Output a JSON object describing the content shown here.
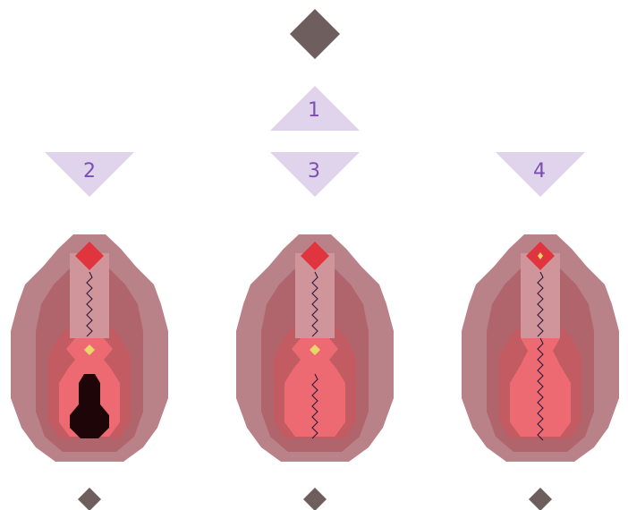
{
  "steps": [
    {
      "label": "1"
    },
    {
      "label": "2"
    },
    {
      "label": "3"
    },
    {
      "label": "4"
    }
  ],
  "figures": [
    {
      "variant": "open-cavity"
    },
    {
      "variant": "partially-closed"
    },
    {
      "variant": "closed"
    }
  ],
  "colors": {
    "marker": "#6e5e5e",
    "triangle_fill": "#e0d4ec",
    "number": "#7a4fb0",
    "outer": "#b98288",
    "middle": "#b0656c",
    "inner": "#c25c62",
    "hood": "#d0959b",
    "pink": "#ee6a73",
    "top_red": "#e0343f",
    "gold": "#e8d86a",
    "dark": "#1e0508",
    "stitch": "#2c1a3a"
  }
}
